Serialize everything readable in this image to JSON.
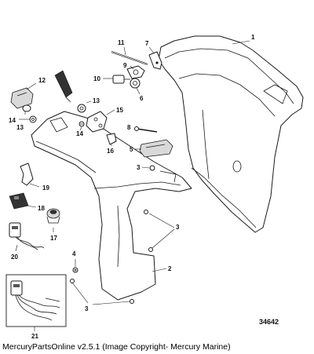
{
  "callouts": {
    "c1": "1",
    "c2": "2",
    "c3a": "3",
    "c3b": "3",
    "c3c": "3",
    "c4": "4",
    "c5": "5",
    "c6": "6",
    "c7": "7",
    "c8": "8",
    "c9": "9",
    "c10": "10",
    "c11": "11",
    "c12": "12",
    "c13a": "13",
    "c13b": "13",
    "c14a": "14",
    "c14b": "14",
    "c15": "15",
    "c16": "16",
    "c17": "17",
    "c18": "18",
    "c19": "19",
    "c20": "20",
    "c21": "21"
  },
  "figure_number": "34642",
  "caption": "MercuryPartsOnline v2.5.1 (Image Copyright- Mercury Marine)"
}
